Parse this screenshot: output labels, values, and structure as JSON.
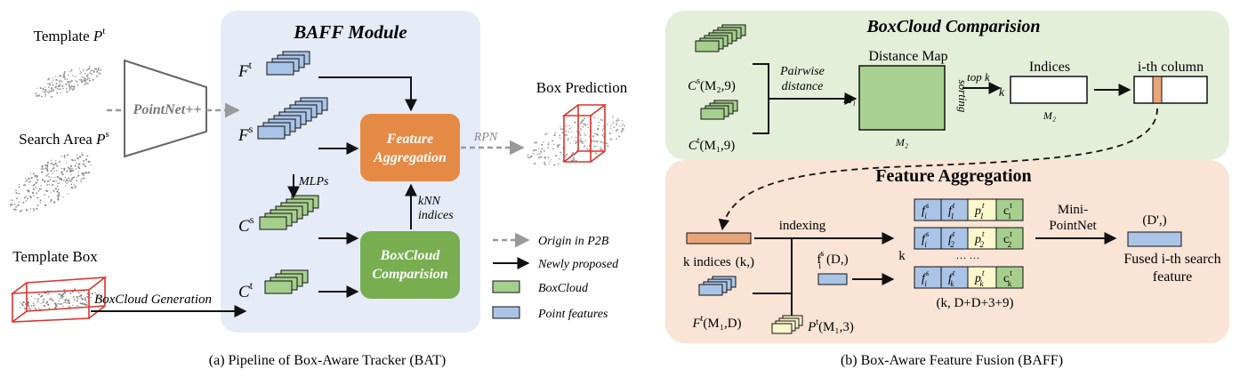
{
  "left": {
    "template_label": "Template ",
    "template_sym": "P",
    "template_sup": "t",
    "search_label": "Search Area ",
    "search_sym": "P",
    "search_sup": "s",
    "template_box_label": "Template Box",
    "boxcloud_generation": "BoxCloud Generation",
    "pointnet_label": "PointNet++",
    "module_title": "BAFF Module",
    "ft_sym": "F",
    "ft_sup": "t",
    "fs_sym": "F",
    "fs_sup": "s",
    "mlps": "MLPs",
    "cs_sym": "C",
    "cs_sup": "s",
    "ct_sym": "C",
    "ct_sup": "t",
    "feature_agg_line1": "Feature",
    "feature_agg_line2": "Aggregation",
    "boxcloud_cmp_line1": "BoxCloud",
    "boxcloud_cmp_line2": "Comparision",
    "knn_line1": "kNN",
    "knn_line2": "indices",
    "rpn": "RPN",
    "box_prediction": "Box Prediction",
    "legend": {
      "origin": "Origin in P2B",
      "newly": "Newly proposed",
      "boxcloud": "BoxCloud",
      "point_features": "Point features"
    },
    "caption": "(a) Pipeline of Box-Aware Tracker (BAT)"
  },
  "right_top": {
    "title": "BoxCloud Comparision",
    "cs_label": "C",
    "cs_sup": "s",
    "cs_dims": "(M₂,9)",
    "ct_label": "C",
    "ct_sup": "t",
    "ct_dims": "(M₁,9)",
    "pairwise_line1": "Pairwise",
    "pairwise_line2": "distance",
    "distance_map": "Distance Map",
    "m1": "M₁",
    "m2_map": "M₂",
    "sorting": "sorting",
    "topk": "top k",
    "k": "k",
    "indices": "Indices",
    "m2_indices": "M₂",
    "ith_column": "i-th column"
  },
  "right_bottom": {
    "title": "Feature Aggregation",
    "k_indices": "k indices",
    "k_indices_dims": "(k,)",
    "indexing": "indexing",
    "fi_sym": "f",
    "fi_sub": "i",
    "fi_sup": "s",
    "fi_dims": "(D,)",
    "ft_sym": "F",
    "ft_sup": "t",
    "ft_dims": "(M₁,D)",
    "pt_sym": "P",
    "pt_sup": "t",
    "pt_dims": "(M₁,3)",
    "k_label": "k",
    "dots": "··· ···",
    "matrix_dims": "(k, D+D+3+9)",
    "rows": [
      {
        "c1": "f",
        "c1sub": "i",
        "c1sup": "s",
        "c2": "f",
        "c2sub": "1",
        "c2sup": "t",
        "c3": "p",
        "c3sub": "1",
        "c3sup": "t",
        "c4": "c",
        "c4sub": "1",
        "c4sup": "t"
      },
      {
        "c1": "f",
        "c1sub": "i",
        "c1sup": "s",
        "c2": "f",
        "c2sub": "2",
        "c2sup": "t",
        "c3": "p",
        "c3sub": "2",
        "c3sup": "t",
        "c4": "c",
        "c4sub": "2",
        "c4sup": "t"
      },
      {
        "c1": "f",
        "c1sub": "i",
        "c1sup": "s",
        "c2": "f",
        "c2sub": "k",
        "c2sup": "t",
        "c3": "p",
        "c3sub": "k",
        "c3sup": "t",
        "c4": "c",
        "c4sub": "k",
        "c4sup": "t"
      }
    ],
    "mini_line1": "Mini-",
    "mini_line2": "PointNet",
    "d_prime": "(D',)",
    "fused_line1": "Fused i-th search",
    "fused_line2": "feature"
  },
  "caption_b": "(b) Box-Aware Feature Fusion (BAFF)",
  "colors": {
    "green_block": "#a6cf8e",
    "blue_block": "#a9c4e6",
    "orange_box": "#e58a45",
    "green_box": "#78ad50",
    "module_bg": "#e5ebf7",
    "green_panel": "#e4efda",
    "orange_panel": "#fae4d6",
    "distance_map": "#a9d191",
    "index_orange": "#e8a57a",
    "yellow_cell": "#fdf7cd"
  }
}
